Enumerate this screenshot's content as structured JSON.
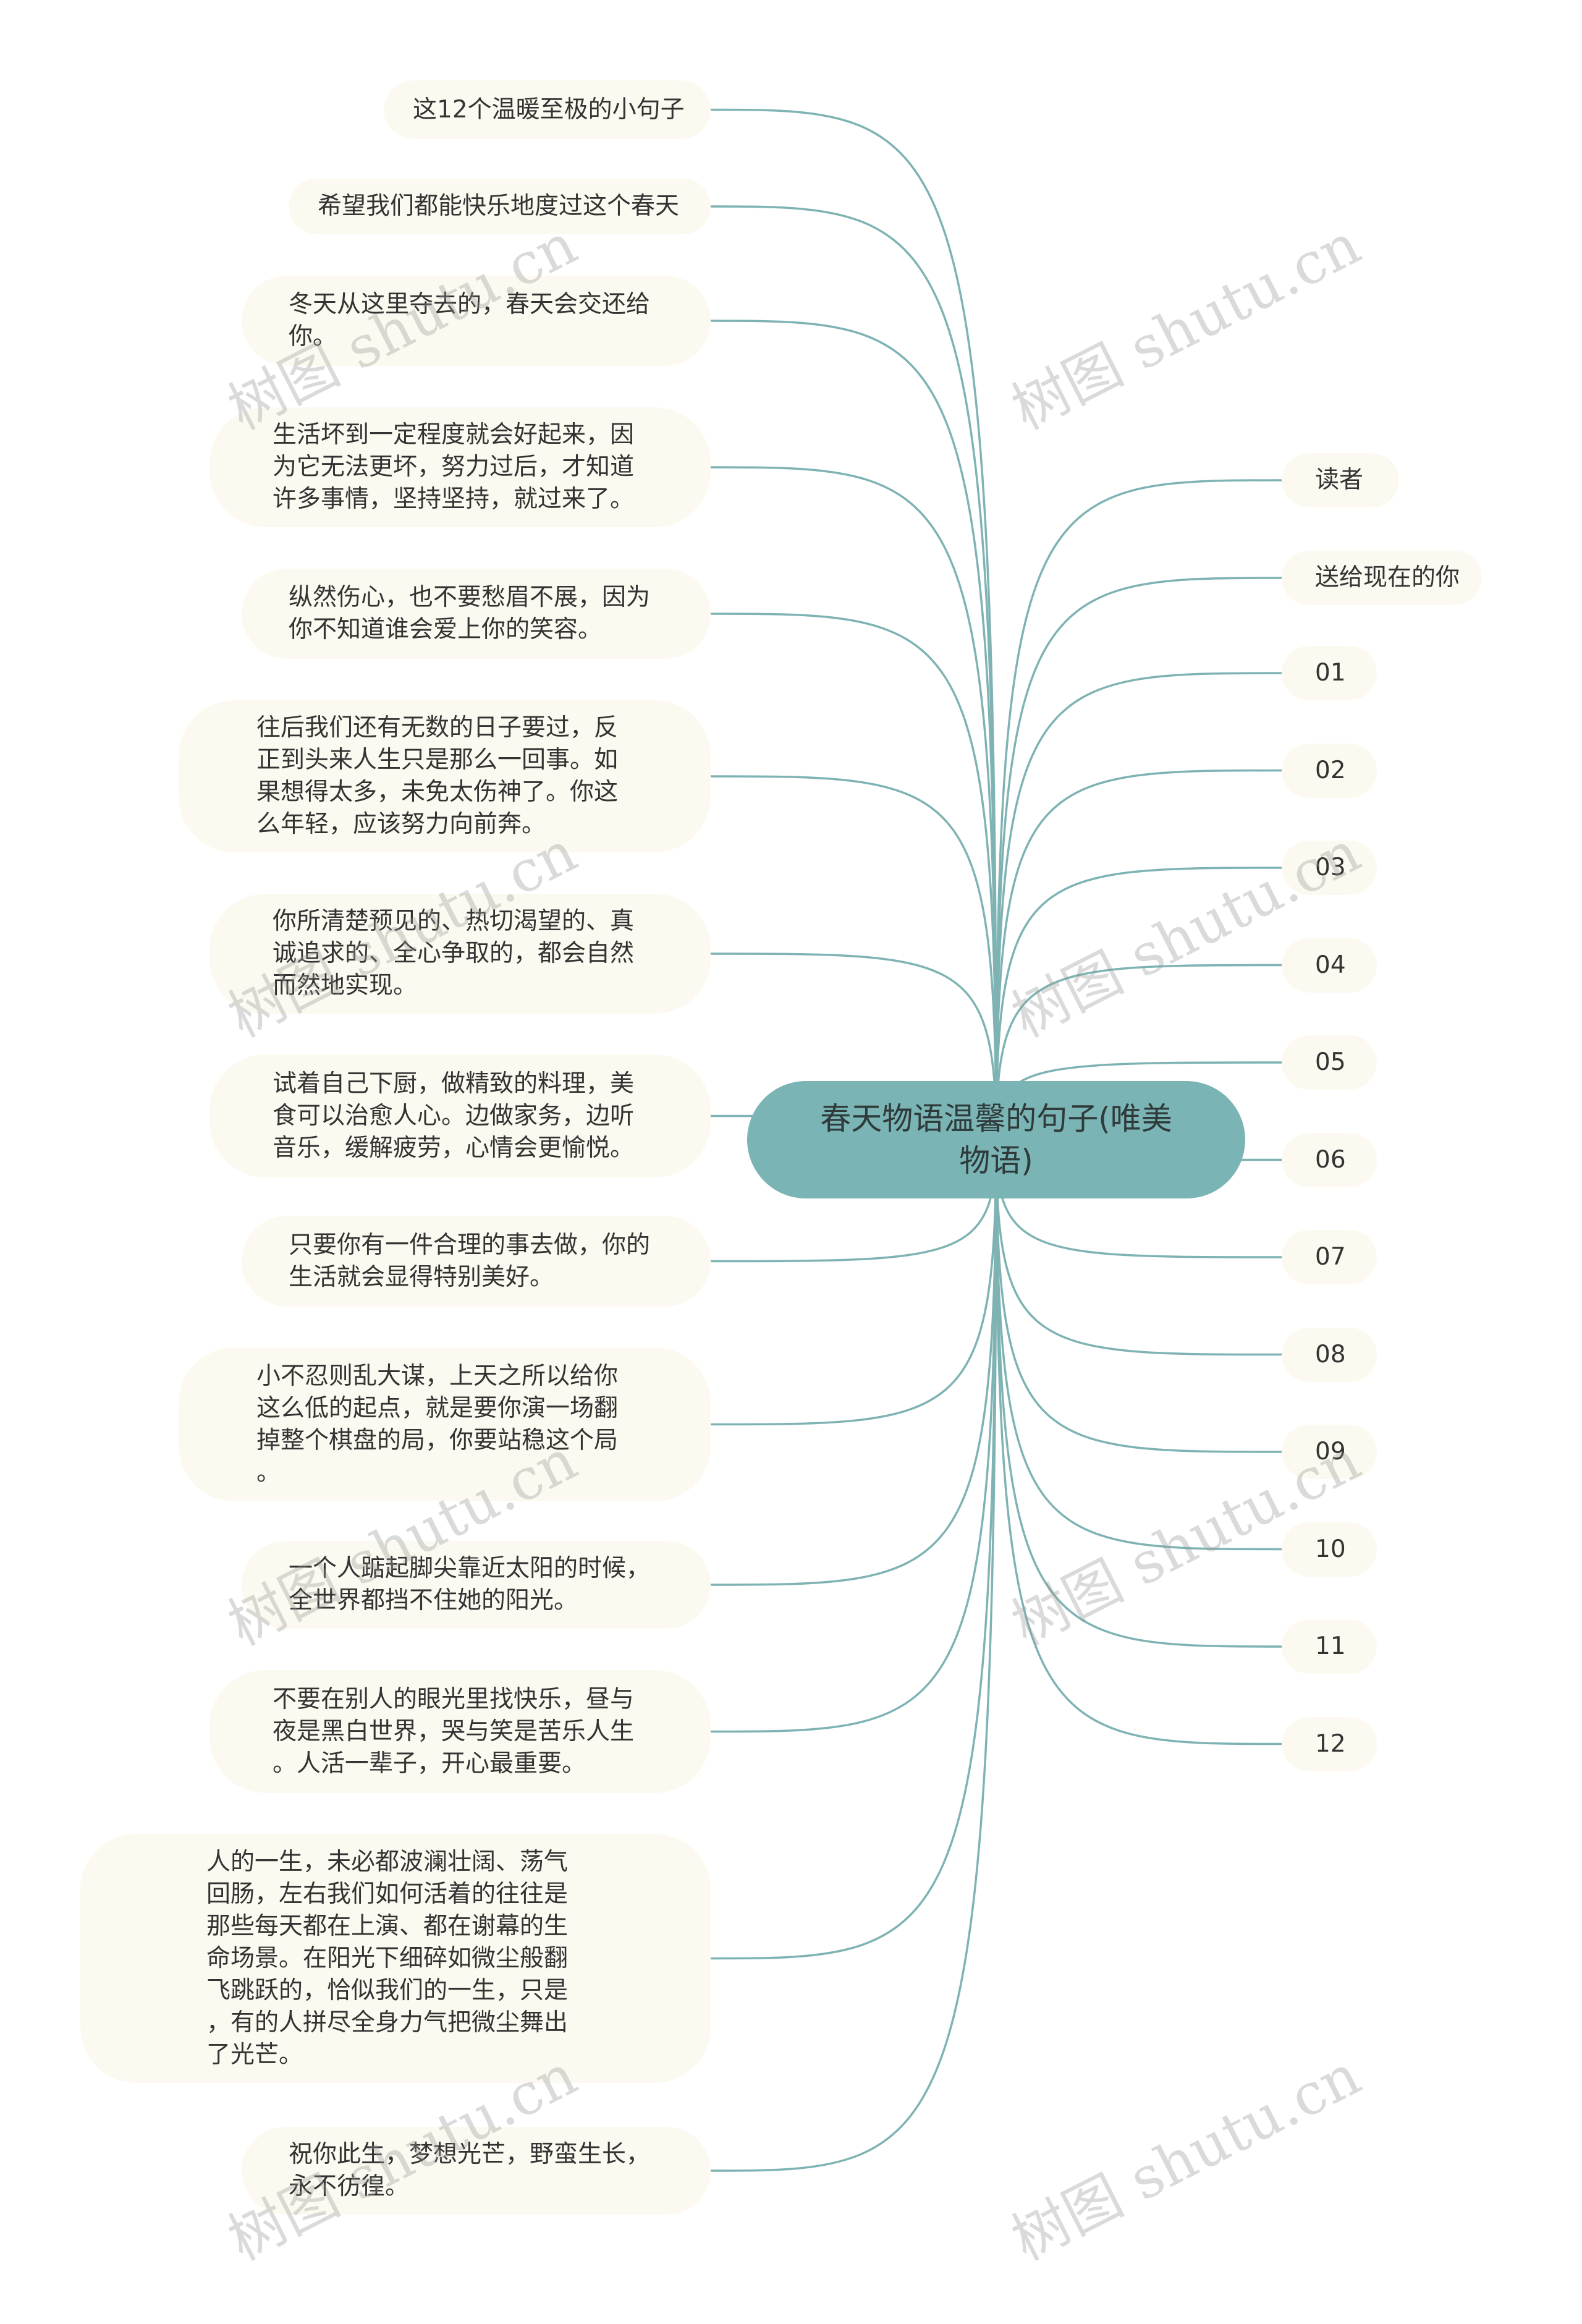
{
  "center": {
    "label": "春天物语温馨的句子(唯美\n物语)"
  },
  "left_nodes": [
    {
      "text": "这12个温暖至极的小句子"
    },
    {
      "text": "希望我们都能快乐地度过这个春天"
    },
    {
      "text": "冬天从这里夺去的，春天会交还给\n你。"
    },
    {
      "text": "生活坏到一定程度就会好起来，因\n为它无法更坏，努力过后，才知道\n许多事情，坚持坚持，就过来了。"
    },
    {
      "text": "纵然伤心，也不要愁眉不展，因为\n你不知道谁会爱上你的笑容。"
    },
    {
      "text": "往后我们还有无数的日子要过，反\n正到头来人生只是那么一回事。如\n果想得太多，未免太伤神了。你这\n么年轻，应该努力向前奔。"
    },
    {
      "text": "你所清楚预见的、热切渴望的、真\n诚追求的、全心争取的，都会自然\n而然地实现。"
    },
    {
      "text": "试着自己下厨，做精致的料理，美\n食可以治愈人心。边做家务，边听\n音乐，缓解疲劳，心情会更愉悦。"
    },
    {
      "text": "只要你有一件合理的事去做，你的\n生活就会显得特别美好。"
    },
    {
      "text": "小不忍则乱大谋，上天之所以给你\n这么低的起点，就是要你演一场翻\n掉整个棋盘的局，你要站稳这个局\n。"
    },
    {
      "text": "一个人踮起脚尖靠近太阳的时候，\n全世界都挡不住她的阳光。"
    },
    {
      "text": "不要在别人的眼光里找快乐，昼与\n夜是黑白世界，哭与笑是苦乐人生\n。人活一辈子，开心最重要。"
    },
    {
      "text": "人的一生，未必都波澜壮阔、荡气\n回肠，左右我们如何活着的往往是\n那些每天都在上演、都在谢幕的生\n命场景。在阳光下细碎如微尘般翻\n飞跳跃的，恰似我们的一生，只是\n，有的人拼尽全身力气把微尘舞出\n了光芒。"
    },
    {
      "text": "祝你此生，梦想光芒，野蛮生长，\n永不彷徨。"
    }
  ],
  "right_nodes": [
    {
      "text": "读者"
    },
    {
      "text": "送给现在的你"
    },
    {
      "text": "01"
    },
    {
      "text": "02"
    },
    {
      "text": "03"
    },
    {
      "text": "04"
    },
    {
      "text": "05"
    },
    {
      "text": "06"
    },
    {
      "text": "07"
    },
    {
      "text": "08"
    },
    {
      "text": "09"
    },
    {
      "text": "10"
    },
    {
      "text": "11"
    },
    {
      "text": "12"
    }
  ],
  "watermark": {
    "text": "树图 shutu.cn"
  },
  "colors": {
    "link": "#7fb3b3",
    "center": "#7ab4b5",
    "node_bg": "#fcfaf0"
  }
}
